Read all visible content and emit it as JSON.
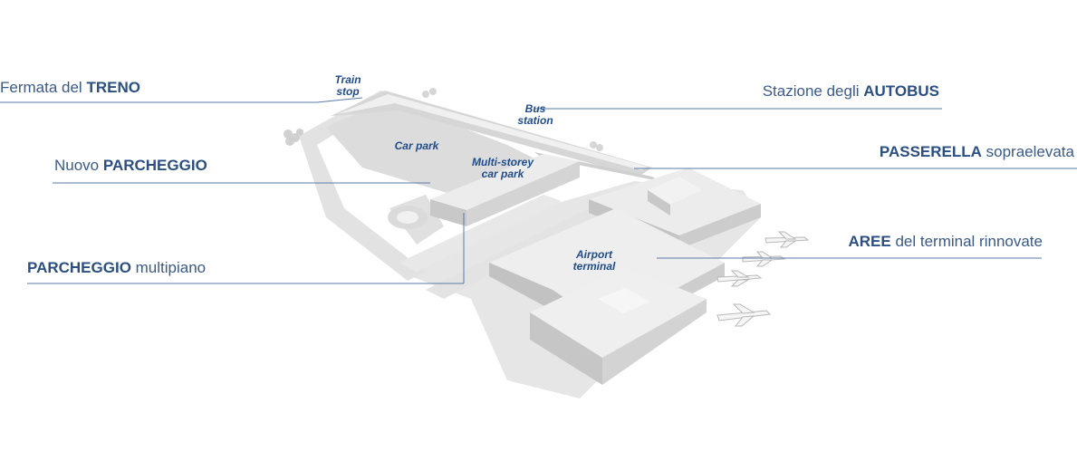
{
  "callouts": {
    "train": {
      "plain_before": "Fermata del ",
      "bold": "TRENO",
      "plain_after": ""
    },
    "bus": {
      "plain_before": "Stazione degli ",
      "bold": "AUTOBUS",
      "plain_after": ""
    },
    "parking_new": {
      "plain_before": "Nuovo ",
      "bold": "PARCHEGGIO",
      "plain_after": ""
    },
    "walkway": {
      "plain_before": "",
      "bold": "PASSERELLA",
      "plain_after": " sopraelevata"
    },
    "terminal_areas": {
      "plain_before": "",
      "bold": "AREE",
      "plain_after": " del terminal rinnovate"
    },
    "multistorey": {
      "plain_before": "",
      "bold": "PARCHEGGIO",
      "plain_after": " multipiano"
    }
  },
  "map_labels": {
    "train_stop": [
      "Train",
      "stop"
    ],
    "bus_station": [
      "Bus",
      "station"
    ],
    "car_park": [
      "Car park"
    ],
    "multi_storey": [
      "Multi-storey",
      "car park"
    ],
    "airport_terminal": [
      "Airport",
      "terminal"
    ]
  },
  "colors": {
    "callout_text": "#3a5a88",
    "callout_line": "#5a7aa8",
    "map_label": "#1f4c8c",
    "ground": "#e4e4e4",
    "building_top": "#ededed",
    "building_side": "#d2d2d2",
    "building_front": "#c6c6c6"
  },
  "icons": [
    "airplane-icon",
    "tree-icon"
  ]
}
